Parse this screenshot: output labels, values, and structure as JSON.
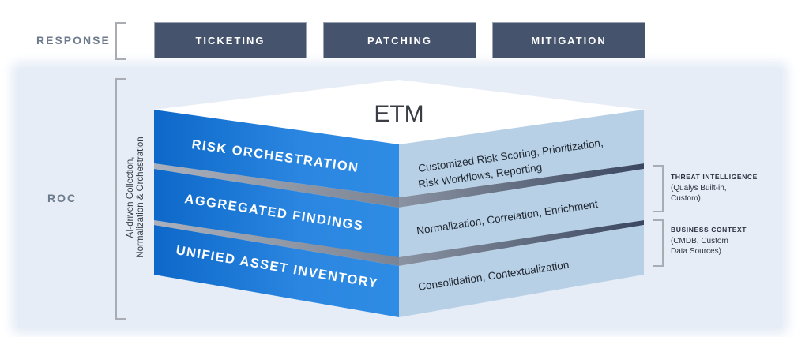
{
  "response": {
    "label": "RESPONSE",
    "buttons": [
      {
        "label": "TICKETING"
      },
      {
        "label": "PATCHING"
      },
      {
        "label": "MITIGATION"
      }
    ]
  },
  "roc": {
    "label": "ROC",
    "vertical_text_line1": "AI-driven Collection,",
    "vertical_text_line2": "Normalization & Orchestration"
  },
  "stack": {
    "title": "ETM",
    "layers": [
      {
        "name": "RISK ORCHESTRATION",
        "desc_line1": "Customized Risk Scoring, Prioritization,",
        "desc_line2": "Risk Workflows, Reporting"
      },
      {
        "name": "AGGREGATED FINDINGS",
        "desc_line1": "Normalization, Correlation, Enrichment",
        "desc_line2": ""
      },
      {
        "name": "UNIFIED ASSET INVENTORY",
        "desc_line1": "Consolidation, Contextualization",
        "desc_line2": ""
      }
    ]
  },
  "inputs": [
    {
      "title": "THREAT INTELLIGENCE",
      "line1": "(Qualys Built-in,",
      "line2": "Custom)"
    },
    {
      "title": "BUSINESS CONTEXT",
      "line1": "(CMDB, Custom",
      "line2": "Data Sources)"
    }
  ],
  "colors": {
    "button_bg": "#45536d",
    "layer_front_left": "#1a73d1",
    "layer_front_right": "#b7d0e6",
    "panel_bg": "#e6edf7",
    "label_gray": "#6e7b8c"
  }
}
